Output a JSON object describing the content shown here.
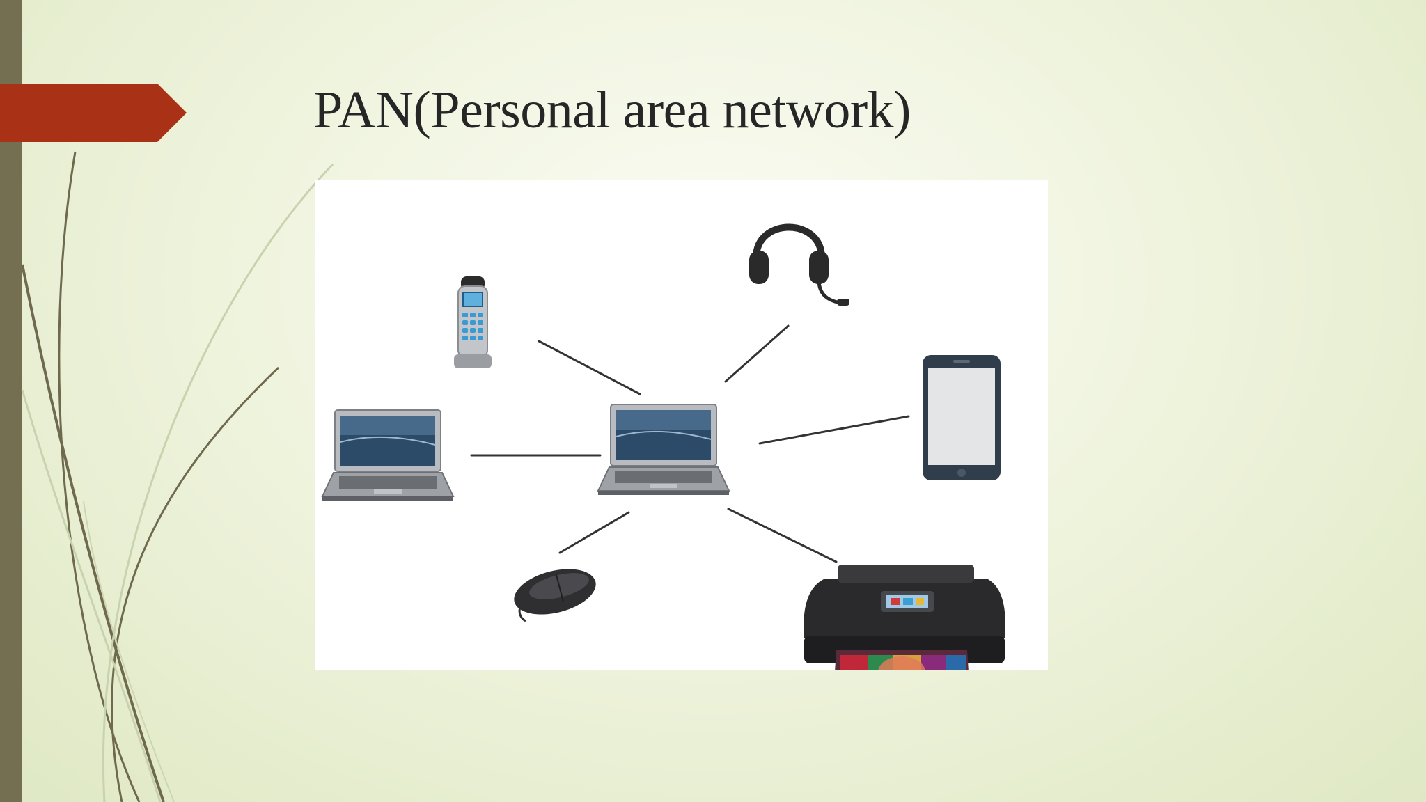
{
  "slide": {
    "title": "PAN(Personal area network)",
    "colors": {
      "left_bar": "#756f52",
      "accent_arrow": "#a93116",
      "background": "#eef3dc",
      "connector": "#333333"
    }
  },
  "diagram": {
    "hub": {
      "name": "laptop-hub",
      "icon": "laptop-icon"
    },
    "devices": [
      {
        "name": "cordless-phone",
        "icon": "cordless-phone-icon"
      },
      {
        "name": "headset",
        "icon": "headset-icon"
      },
      {
        "name": "smartphone",
        "icon": "smartphone-icon"
      },
      {
        "name": "laptop",
        "icon": "laptop-icon"
      },
      {
        "name": "mouse",
        "icon": "mouse-icon"
      },
      {
        "name": "printer",
        "icon": "printer-icon"
      }
    ],
    "connections": [
      [
        "laptop-hub",
        "cordless-phone"
      ],
      [
        "laptop-hub",
        "headset"
      ],
      [
        "laptop-hub",
        "smartphone"
      ],
      [
        "laptop-hub",
        "laptop"
      ],
      [
        "laptop-hub",
        "mouse"
      ],
      [
        "laptop-hub",
        "printer"
      ]
    ]
  }
}
